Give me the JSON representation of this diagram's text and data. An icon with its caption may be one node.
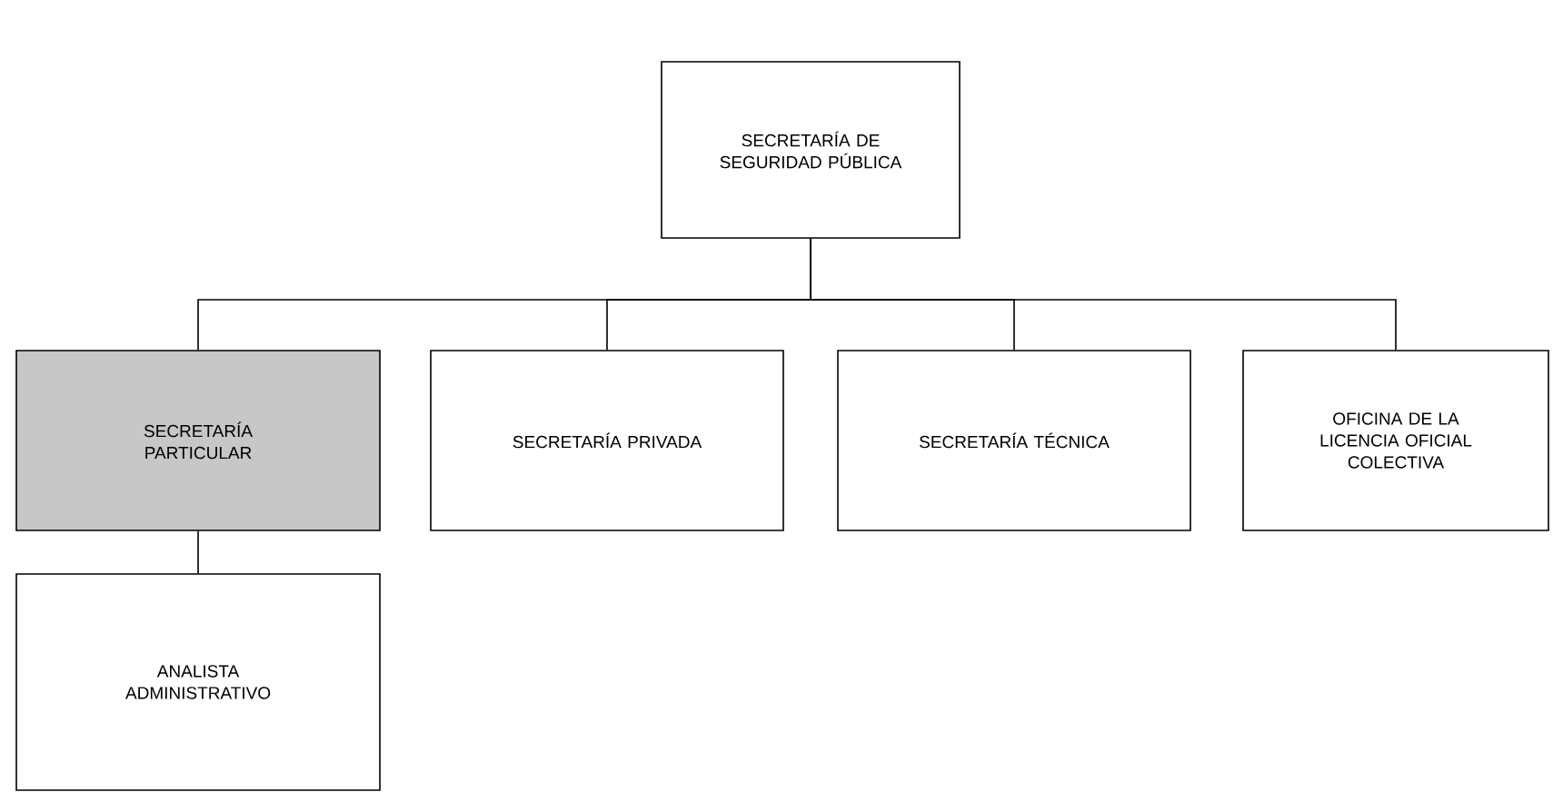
{
  "diagram": {
    "nodes": [
      {
        "text": [
          "SECRETARÍA DE SEGURIDAD PÚBLICA"
        ]
      },
      {
        "text": [
          "SECRETARÍA PARTICULAR"
        ]
      },
      {
        "text": [
          "SECRETARÍA PRIVADA"
        ]
      },
      {
        "text": [
          "SECRETARÍA TÉCNICA"
        ]
      },
      {
        "text": [
          "OFICINA DE LA LICENCIA OFICIAL COLECTIVA"
        ]
      },
      {
        "text": [
          "ANALISTA ADMINISTRATIVO"
        ]
      }
    ],
    "edges": [
      {
        "from": 0,
        "to": 1,
        "arrow": "none"
      },
      {
        "from": 0,
        "to": 2,
        "arrow": "none"
      },
      {
        "from": 0,
        "to": 3,
        "arrow": "none"
      },
      {
        "from": 0,
        "to": 4,
        "arrow": "none"
      },
      {
        "from": 1,
        "to": 5,
        "arrow": "none"
      }
    ]
  }
}
